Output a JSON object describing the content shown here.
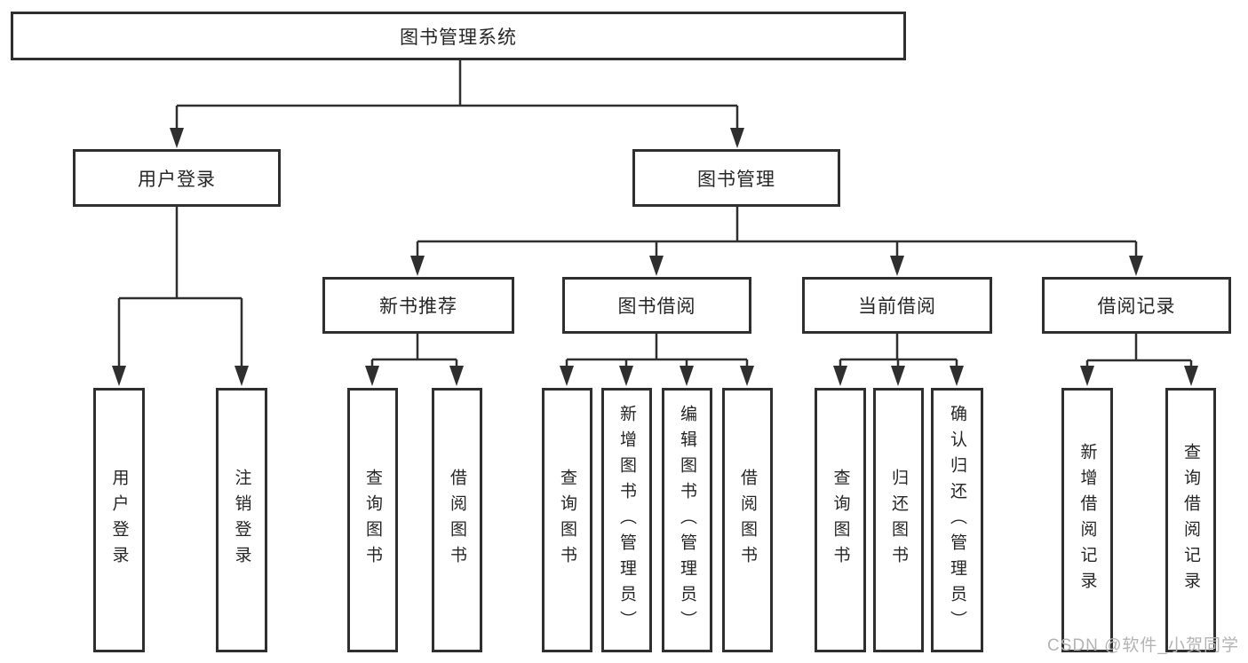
{
  "diagram": {
    "root": {
      "label": "图书管理系统"
    },
    "level2": [
      {
        "label": "用户登录"
      },
      {
        "label": "图书管理"
      }
    ],
    "level3": [
      {
        "label": "新书推荐"
      },
      {
        "label": "图书借阅"
      },
      {
        "label": "当前借阅"
      },
      {
        "label": "借阅记录"
      }
    ],
    "leaves": [
      {
        "label": "用户登录"
      },
      {
        "label": "注销登录"
      },
      {
        "label": "查询图书"
      },
      {
        "label": "借阅图书"
      },
      {
        "label": "查询图书"
      },
      {
        "label": "新增图书（管理员）"
      },
      {
        "label": "编辑图书（管理员）"
      },
      {
        "label": "借阅图书"
      },
      {
        "label": "查询图书"
      },
      {
        "label": "归还图书"
      },
      {
        "label": "确认归还（管理员）"
      },
      {
        "label": "新增借阅记录"
      },
      {
        "label": "查询借阅记录"
      }
    ]
  },
  "watermark": {
    "text": "CSDN @软件_小贺同学"
  },
  "colors": {
    "line": "#2f2f2f",
    "text": "#262626",
    "background": "#ffffff",
    "watermark": "#b3b3b3"
  }
}
